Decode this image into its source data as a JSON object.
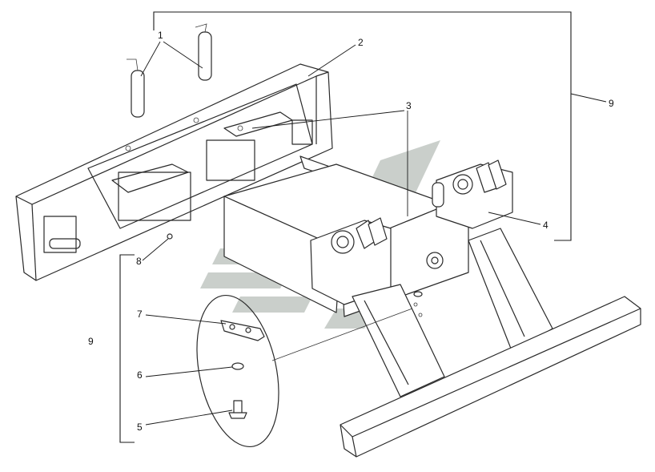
{
  "callouts": {
    "c1": "1",
    "c2": "2",
    "c3": "3",
    "c4": "4",
    "c5": "5",
    "c6": "6",
    "c7": "7",
    "c8": "8",
    "c9_right": "9",
    "c9_left": "9"
  }
}
